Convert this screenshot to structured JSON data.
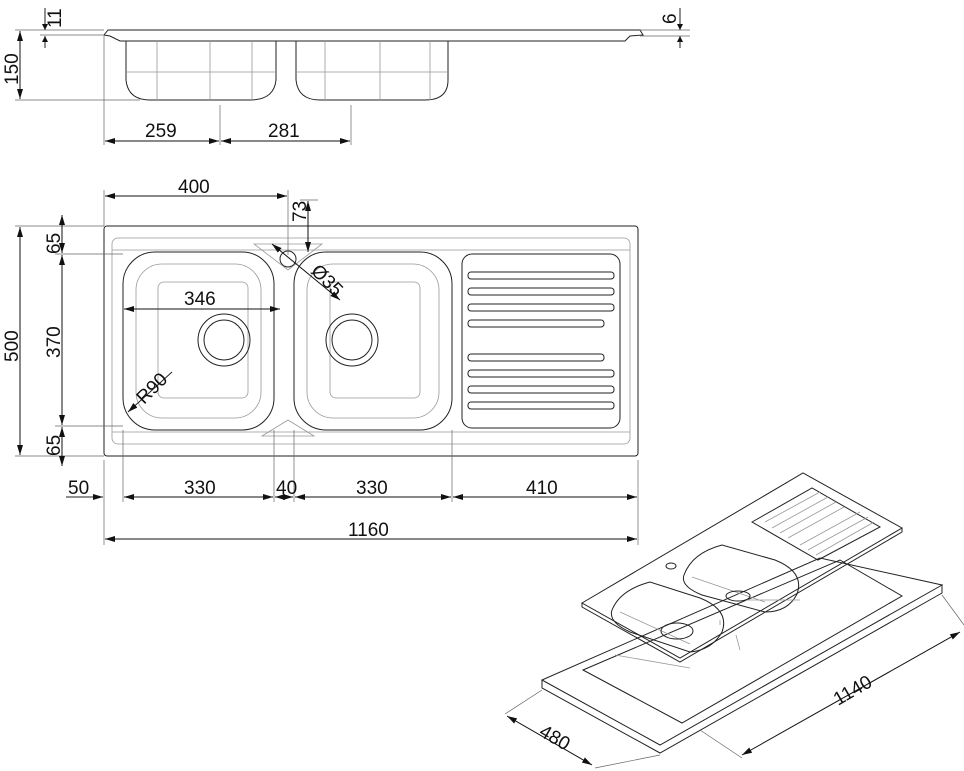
{
  "side_view": {
    "d_11": "11",
    "d_6": "6",
    "d_150": "150",
    "d_259": "259",
    "d_281": "281"
  },
  "top_view": {
    "d_400": "400",
    "d_73": "73",
    "d_35": "Ø35",
    "d_346": "346",
    "d_r90": "R90",
    "d_500": "500",
    "d_65_top": "65",
    "d_370": "370",
    "d_65_bottom": "65",
    "d_50": "50",
    "d_330_left": "330",
    "d_40": "40",
    "d_330_right": "330",
    "d_410": "410",
    "d_1160": "1160"
  },
  "iso_view": {
    "d_1140": "1140",
    "d_480": "480"
  }
}
